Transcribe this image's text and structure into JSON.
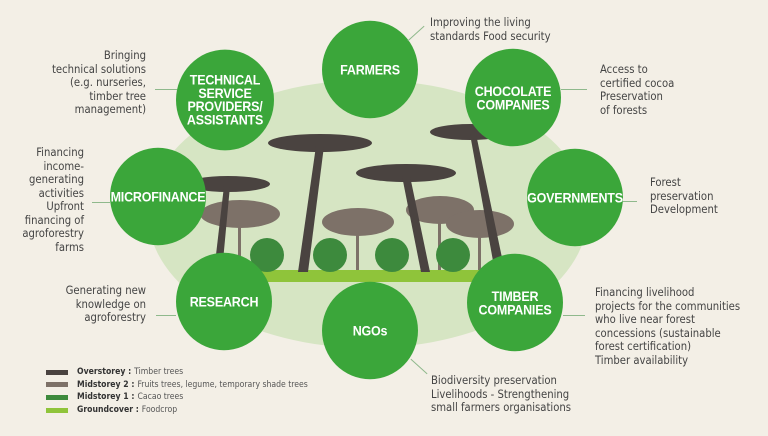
{
  "nodes": {
    "technical": {
      "label": "TECHNICAL\nSERVICE\nPROVIDERS/\nASSISTANTS",
      "desc": "Bringing\ntechnical solutions\n(e.g. nurseries,\ntimber tree\nmanagement)"
    },
    "farmers": {
      "label": "FARMERS",
      "desc": "Improving the living\nstandards Food security"
    },
    "chocolate": {
      "label": "CHOCOLATE\nCOMPANIES",
      "desc": "Access to\ncertified cocoa\nPreservation\nof forests"
    },
    "microfinance": {
      "label": "MICROFINANCE",
      "desc": "Financing\nincome-\ngenerating\nactivities\nUpfront\nfinancing of\nagroforestry\nfarms"
    },
    "governments": {
      "label": "GOVERNMENTS",
      "desc": "Forest\npreservation\nDevelopment"
    },
    "research": {
      "label": "RESEARCH",
      "desc": "Generating new\nknowledge on\nagroforestry"
    },
    "ngos": {
      "label": "NGOs",
      "desc": "Biodiversity preservation\nLivelihoods - Strengthening\nsmall farmers organisations"
    },
    "timber": {
      "label": "TIMBER\nCOMPANIES",
      "desc": "Financing livelihood\nprojects for the communities\nwho live near forest\nconcessions (sustainable\nforest certification)\nTimber availability"
    }
  },
  "legend": [
    {
      "key": "Overstorey :",
      "value": "Timber trees",
      "color": "#4a4340"
    },
    {
      "key": "Midstorey 2 :",
      "value": "Fruits trees, legume, temporary shade trees",
      "color": "#7d7168"
    },
    {
      "key": "Midstorey 1 :",
      "value": "Cacao trees",
      "color": "#3d8a3d"
    },
    {
      "key": "Groundcover :",
      "value": "Foodcrop",
      "color": "#8fc43a"
    }
  ],
  "colors": {
    "node": "#3ba63a",
    "background": "#f3efe6",
    "ellipse": "#d6e5c3"
  }
}
